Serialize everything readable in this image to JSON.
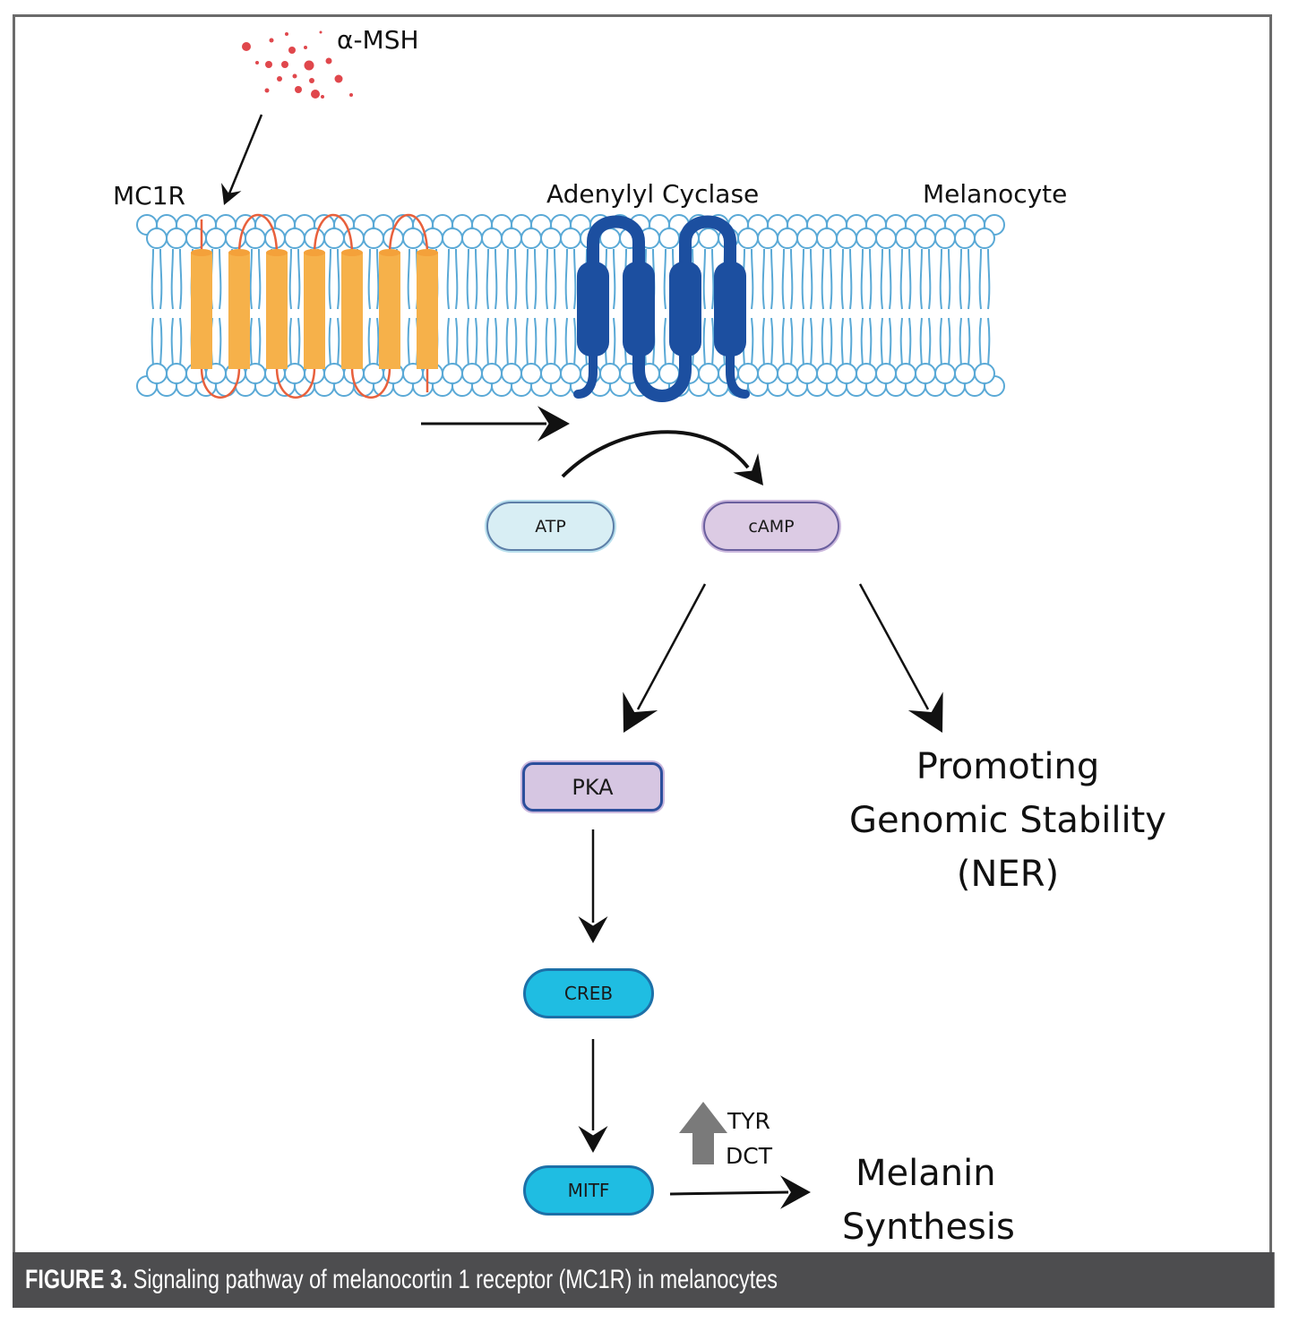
{
  "figure": {
    "ligand_label": "α-MSH",
    "receptor_label": "MC1R",
    "enzyme_label": "Adenylyl Cyclase",
    "cell_label": "Melanocyte",
    "nodes": {
      "atp": "ATP",
      "camp": "cAMP",
      "pka": "PKA",
      "creb": "CREB",
      "mitf": "MITF"
    },
    "outcome_genomic": [
      "Promoting",
      "Genomic Stability",
      "(NER)"
    ],
    "upregulated_genes": [
      "TYR",
      "DCT"
    ],
    "outcome_melanin": [
      "Melanin",
      "Synthesis"
    ],
    "colors": {
      "membrane": "#5aa9d6",
      "receptor_helix": "#f6b14a",
      "receptor_loop": "#e8603c",
      "adenylyl_cyclase": "#1c4fa0",
      "ligand_dots": "#e0474c",
      "atp_fill": "#d8eef4",
      "camp_fill": "#dccbe4",
      "pka_fill": "#d6c6e2",
      "creb_mitf_fill": "#1fbde2",
      "up_arrow": "#7a7a7a",
      "caption_bg": "#4d4d4f"
    }
  },
  "caption": {
    "label": "FIGURE 3.",
    "text": "Signaling pathway of melanocortin 1 receptor (MC1R) in melanocytes"
  }
}
